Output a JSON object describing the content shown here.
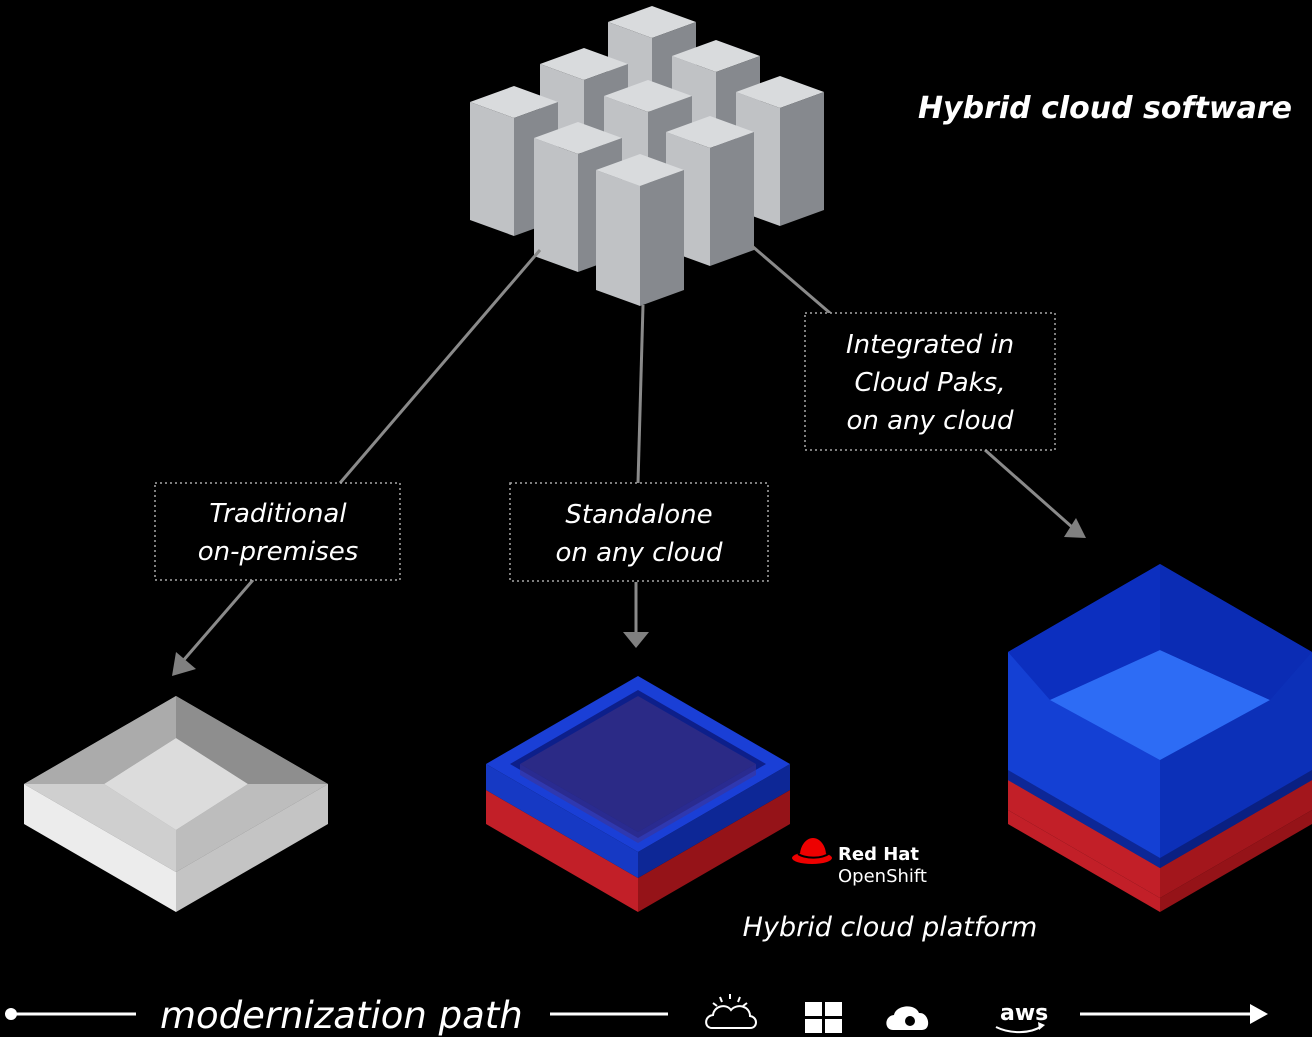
{
  "title": "Hybrid cloud software",
  "deployment_options": [
    {
      "lines": [
        "Traditional",
        "on-premises"
      ]
    },
    {
      "lines": [
        "Standalone",
        "on any cloud"
      ]
    },
    {
      "lines": [
        "Integrated in",
        "Cloud Paks,",
        "on any cloud"
      ]
    }
  ],
  "platform_logo": {
    "brand": "Red Hat",
    "product": "OpenShift"
  },
  "platform_label": "Hybrid cloud platform",
  "footer": {
    "path_label": "modernization path",
    "cloud_icons": [
      "ibm-cloud-icon",
      "microsoft-azure-icon",
      "google-cloud-icon",
      "aws-icon"
    ],
    "aws_text": "aws"
  },
  "colors": {
    "background": "#000000",
    "server_light": "#c4c6c9",
    "server_mid": "#a9acb1",
    "server_dark": "#7d8085",
    "blue": "#0f3fcf",
    "blue_light": "#2f6cf5",
    "red": "#c8232c",
    "red_hat_red": "#ee0000",
    "gray_slab": "#d4d4d4",
    "connector": "#8a8a8a",
    "arrowhead": "#808080"
  }
}
